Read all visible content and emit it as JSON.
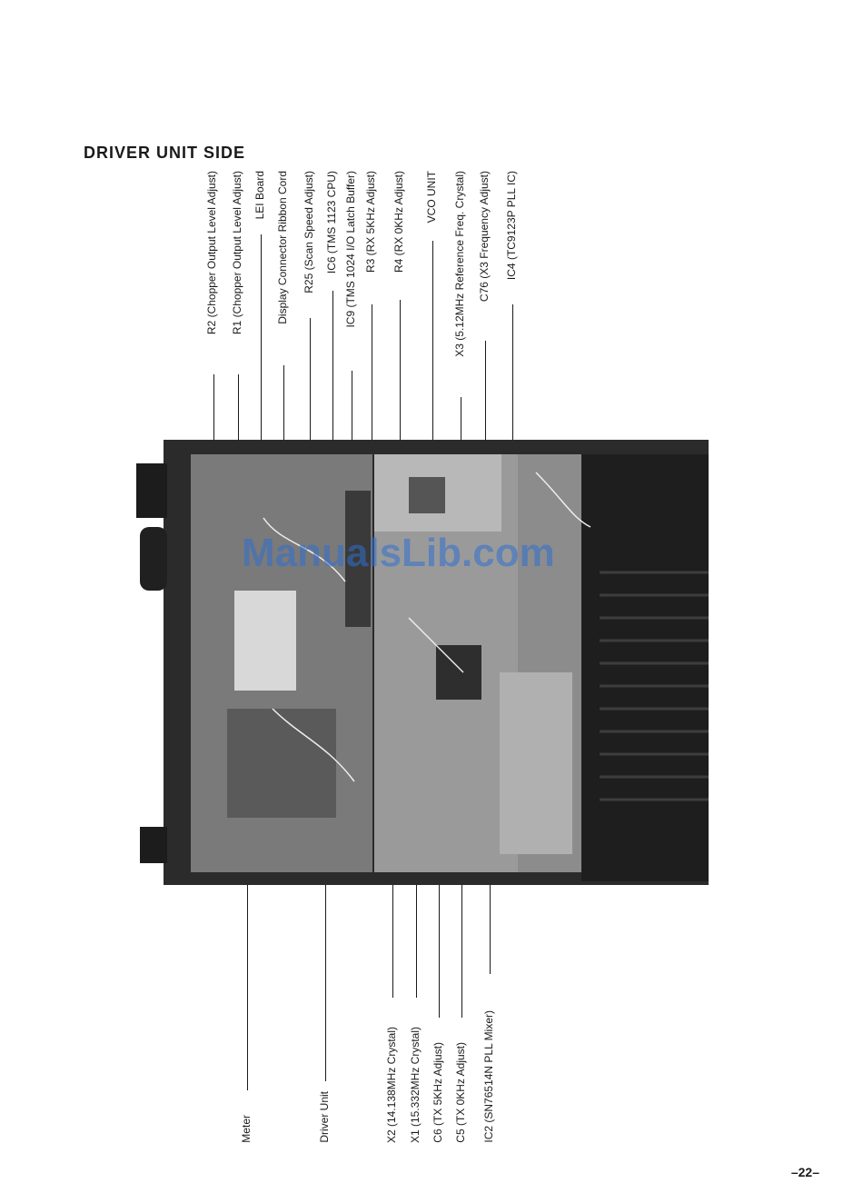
{
  "heading": "DRIVER UNIT SIDE",
  "top_labels": [
    {
      "id": "r2",
      "text": "R2 (Chopper Output Level Adjust)"
    },
    {
      "id": "r1",
      "text": "R1 (Chopper Output Level Adjust)"
    },
    {
      "id": "lei",
      "text": "LEI Board"
    },
    {
      "id": "display",
      "text": "Display Connector Ribbon Cord"
    },
    {
      "id": "r25",
      "text": "R25 (Scan Speed Adjust)"
    },
    {
      "id": "ic6",
      "text": "IC6 (TMS 1123 CPU)"
    },
    {
      "id": "ic9",
      "text": "IC9 (TMS 1024 I/O Latch Buffer)"
    },
    {
      "id": "r3",
      "text": "R3 (RX 5KHz Adjust)"
    },
    {
      "id": "r4",
      "text": "R4 (RX 0KHz Adjust)"
    },
    {
      "id": "vco",
      "text": "VCO UNIT"
    },
    {
      "id": "x3",
      "text": "X3 (5.12MHz Reference Freq. Crystal)"
    },
    {
      "id": "c76",
      "text": "C76 (X3 Frequency Adjust)"
    },
    {
      "id": "ic4",
      "text": "IC4 (TC9123P PLL IC)"
    }
  ],
  "bottom_labels": [
    {
      "id": "meter",
      "text": "Meter"
    },
    {
      "id": "driver",
      "text": "Driver Unit"
    },
    {
      "id": "x2",
      "text": "X2 (14.138MHz Crystal)"
    },
    {
      "id": "x1",
      "text": "X1 (15.332MHz Crystal)"
    },
    {
      "id": "c6",
      "text": "C6 (TX 5KHz Adjust)"
    },
    {
      "id": "c5",
      "text": "C5 (TX 0KHz Adjust)"
    },
    {
      "id": "ic2",
      "text": "IC2 (SN76514N PLL Mixer)"
    }
  ],
  "watermark": "ManualsLib.com",
  "page_number": "–22–"
}
